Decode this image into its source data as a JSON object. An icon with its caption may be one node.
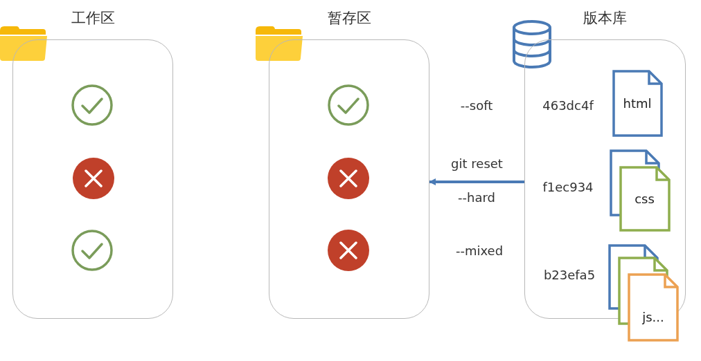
{
  "diagram": {
    "nodes": [
      {
        "text": [
          "工作区"
        ]
      },
      {
        "text": [
          "暂存区"
        ]
      },
      {
        "text": [
          "版本库"
        ]
      },
      {
        "text": [
          "html"
        ],
        "in": 2,
        "beside": [
          "463dc4f"
        ]
      },
      {
        "text": [
          "css"
        ],
        "in": 2,
        "beside": [
          "f1ec934"
        ]
      },
      {
        "text": [
          "js..."
        ],
        "beside": [
          "b23efa5"
        ]
      }
    ],
    "edges": [
      {
        "from": 2,
        "to": 1,
        "arrow": "to",
        "label": "git reset"
      }
    ],
    "labels": [
      "--soft",
      "--hard",
      "--mixed"
    ]
  }
}
